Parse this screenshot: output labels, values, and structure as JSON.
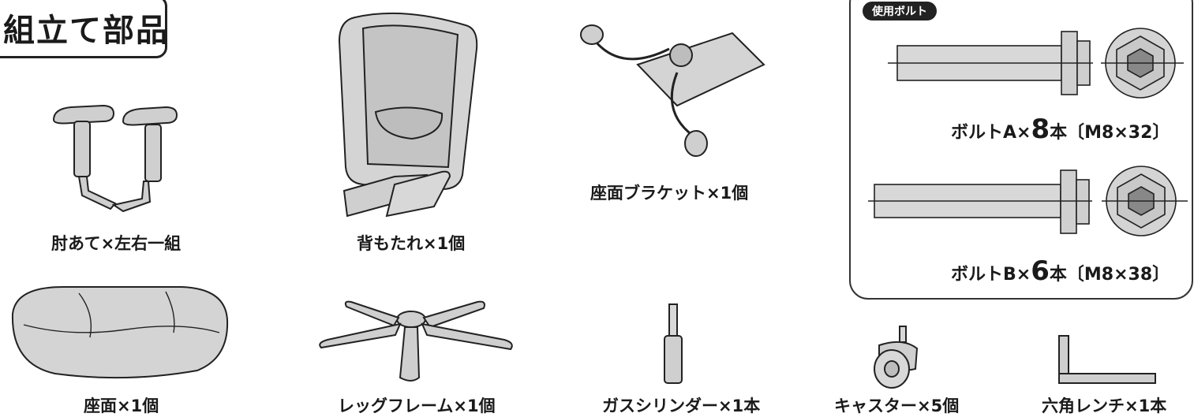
{
  "title": "組立て部品",
  "parts": {
    "armrest": "肘あて×左右一組",
    "backrest": "背もたれ×1個",
    "bracket": "座面ブラケット×1個",
    "seat": "座面×1個",
    "leg_frame": "レッグフレーム×1個",
    "gas_cylinder": "ガスシリンダー×1本",
    "caster": "キャスター×5個",
    "hex_wrench": "六角レンチ×1本"
  },
  "bolts": {
    "badge": "使用ボルト",
    "a": {
      "prefix": "ボルトA×",
      "count": "8",
      "suffix": "本〔M8×32〕"
    },
    "b": {
      "prefix": "ボルトB×",
      "count": "6",
      "suffix": "本〔M8×38〕"
    }
  }
}
